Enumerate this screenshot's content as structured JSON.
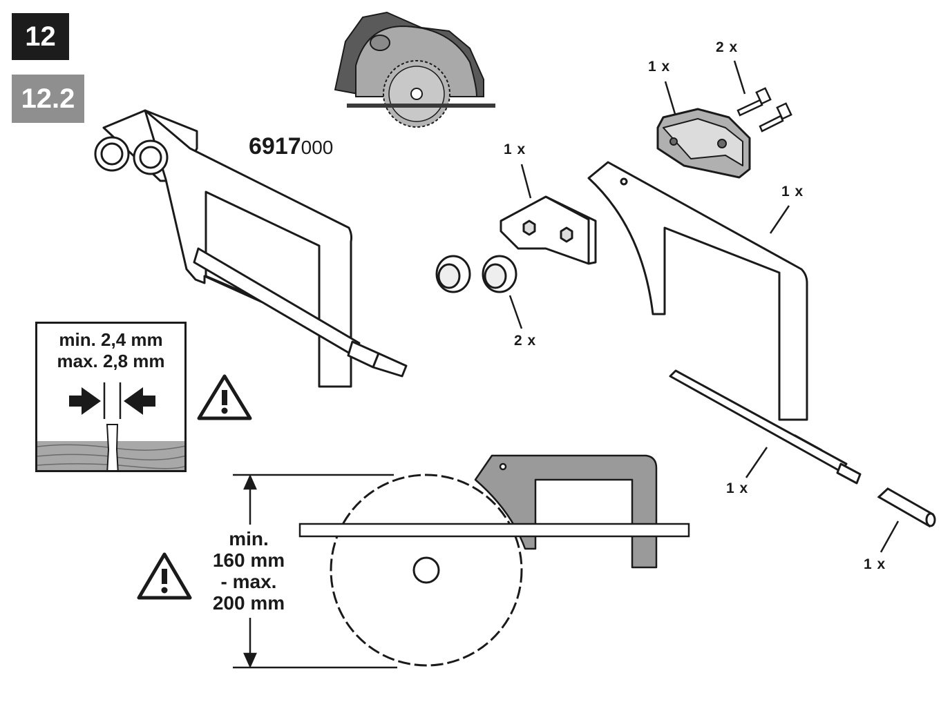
{
  "step": {
    "number": "12",
    "substep": "12.2"
  },
  "part_number": {
    "bold": "6917",
    "suffix": "000"
  },
  "quantity_labels": {
    "clamp": "1 x",
    "screws": "2 x",
    "bracket": "1 x",
    "guide": "1 x",
    "bushings": "2 x",
    "rod": "1 x",
    "pin": "1 x"
  },
  "gap_requirement": {
    "min": "min. 2,4 mm",
    "max": "max. 2,8 mm"
  },
  "depth_requirement": {
    "line1": "min.",
    "line2": "160 mm",
    "line3": "- max.",
    "line4": "200 mm"
  },
  "icons": [
    "warning-icon",
    "circular-saw-icon",
    "arrow-right-icon",
    "arrow-left-icon"
  ],
  "colors": {
    "step_badge": "#1c1c1c",
    "substep_badge": "#8f8f8f",
    "part_fill": "#9a9a9a",
    "wood": "#a8a8a8"
  }
}
